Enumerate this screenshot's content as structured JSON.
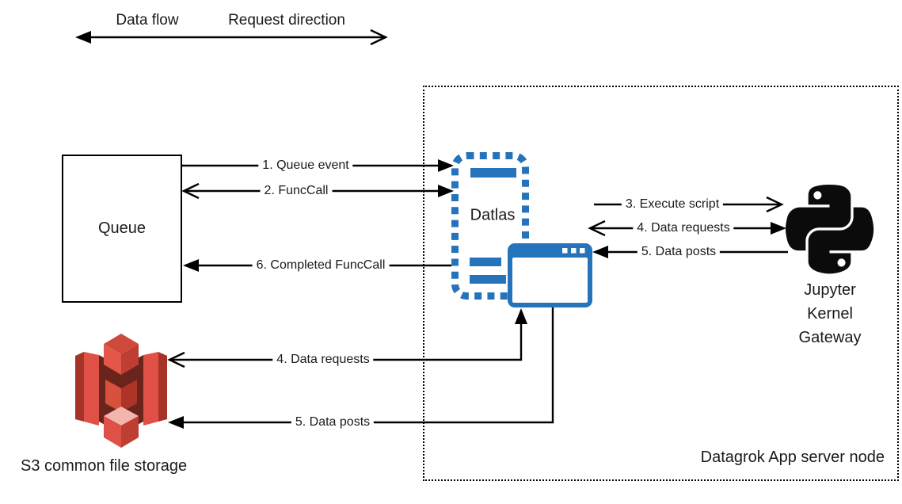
{
  "legend": {
    "data_flow_label": "Data flow",
    "request_direction_label": "Request direction"
  },
  "nodes": {
    "queue": {
      "label": "Queue"
    },
    "datlas": {
      "label": "Datlas"
    },
    "jupyter_kernel_gateway": {
      "lines": [
        "Jupyter",
        "Kernel",
        "Gateway"
      ]
    },
    "s3": {
      "label": "S3 common file storage"
    },
    "server_node": {
      "label": "Datagrok App server node"
    }
  },
  "edges": {
    "queue_event": {
      "label": "1. Queue event"
    },
    "funccall": {
      "label": "2. FuncCall"
    },
    "execute_script": {
      "label": "3. Execute script"
    },
    "data_requests_jkg": {
      "label": "4. Data requests"
    },
    "data_posts_jkg": {
      "label": "5. Data posts"
    },
    "completed_funccall": {
      "label": "6. Completed FuncCall"
    },
    "data_requests_s3": {
      "label": "4. Data requests"
    },
    "data_posts_s3": {
      "label": "5. Data posts"
    }
  },
  "icons": {
    "datlas": "datlas-dotted-window-icon",
    "app_window": "app-window-icon",
    "python": "python-logo-icon",
    "s3": "s3-bucket-icon"
  },
  "colors": {
    "accent_blue": "#2573BA",
    "s3_red": "#DF5146",
    "s3_red_dark": "#A63327",
    "s3_red_mid": "#BE3E31",
    "s3_red_light": "#F2B6AE",
    "s3_shadow": "#69241B",
    "line_black": "#000000"
  }
}
